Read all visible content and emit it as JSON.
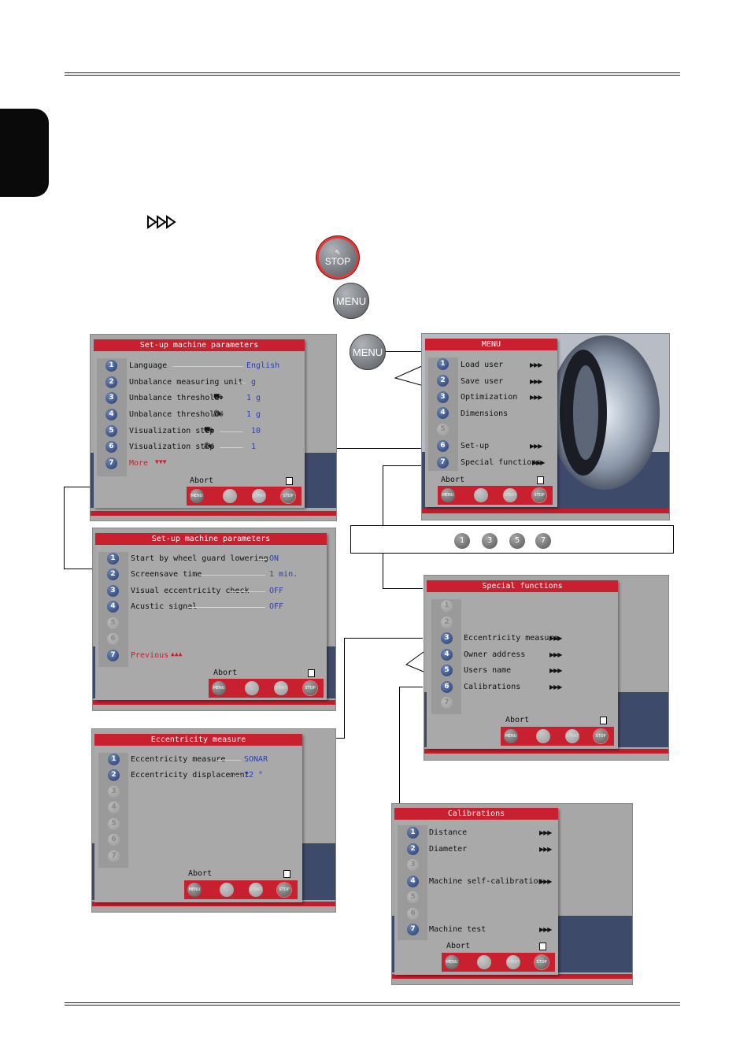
{
  "buttons": {
    "stop_label": "STOP",
    "menu_label": "MENU"
  },
  "softkeys": {
    "menu": "MENU",
    "start": "START",
    "stop": "STOP",
    "abort": "Abort"
  },
  "setup1": {
    "title": "Set-up machine parameters",
    "items": [
      {
        "n": "1",
        "label": "Language",
        "value": "English"
      },
      {
        "n": "2",
        "label": "Unbalance measuring unit",
        "value": "g"
      },
      {
        "n": "3",
        "label": "Unbalance threshold",
        "value": "1  g"
      },
      {
        "n": "4",
        "label": "Unbalance threshold",
        "value": "1  g"
      },
      {
        "n": "5",
        "label": "Visualization step",
        "value": "10"
      },
      {
        "n": "6",
        "label": "Visualization step",
        "value": "1"
      },
      {
        "n": "7",
        "label": "More"
      }
    ]
  },
  "menu": {
    "title": "MENU",
    "items": [
      {
        "n": "1",
        "label": "Load user"
      },
      {
        "n": "2",
        "label": "Save user"
      },
      {
        "n": "3",
        "label": "Optimization"
      },
      {
        "n": "4",
        "label": "Dimensions"
      },
      {
        "n": "5",
        "label": ""
      },
      {
        "n": "6",
        "label": "Set-up"
      },
      {
        "n": "7",
        "label": "Special functions"
      }
    ]
  },
  "setup2": {
    "title": "Set-up machine parameters",
    "items": [
      {
        "n": "1",
        "label": "Start by wheel guard lowering",
        "value": "ON"
      },
      {
        "n": "2",
        "label": "Screensave time",
        "value": "1 min."
      },
      {
        "n": "3",
        "label": "Visual eccentricity check",
        "value": "OFF"
      },
      {
        "n": "4",
        "label": "Acustic signal",
        "value": "OFF"
      },
      {
        "n": "5",
        "label": ""
      },
      {
        "n": "6",
        "label": ""
      },
      {
        "n": "7",
        "label": "Previous"
      }
    ]
  },
  "callout_numbers": [
    "1",
    "3",
    "5",
    "7"
  ],
  "special": {
    "title": "Special functions",
    "items": [
      {
        "n": "1",
        "label": ""
      },
      {
        "n": "2",
        "label": ""
      },
      {
        "n": "3",
        "label": "Eccentricity measure"
      },
      {
        "n": "4",
        "label": "Owner address"
      },
      {
        "n": "5",
        "label": "Users name"
      },
      {
        "n": "6",
        "label": "Calibrations"
      },
      {
        "n": "7",
        "label": ""
      }
    ]
  },
  "eccentricity": {
    "title": "Eccentricity measure",
    "items": [
      {
        "n": "1",
        "label": "Eccentricity measure",
        "value": "SONAR"
      },
      {
        "n": "2",
        "label": "Eccentricity displacement",
        "value": "72 °"
      },
      {
        "n": "3",
        "label": ""
      },
      {
        "n": "4",
        "label": ""
      },
      {
        "n": "5",
        "label": ""
      },
      {
        "n": "6",
        "label": ""
      },
      {
        "n": "7",
        "label": ""
      }
    ]
  },
  "calibrations": {
    "title": "Calibrations",
    "items": [
      {
        "n": "1",
        "label": "Distance"
      },
      {
        "n": "2",
        "label": "Diameter"
      },
      {
        "n": "3",
        "label": ""
      },
      {
        "n": "4",
        "label": "Machine self-calibration"
      },
      {
        "n": "5",
        "label": ""
      },
      {
        "n": "6",
        "label": ""
      },
      {
        "n": "7",
        "label": "Machine test"
      }
    ]
  },
  "colors": {
    "title_red": "#c8202f",
    "value_blue": "#2a3fb3",
    "navy": "#3e4a6a"
  }
}
